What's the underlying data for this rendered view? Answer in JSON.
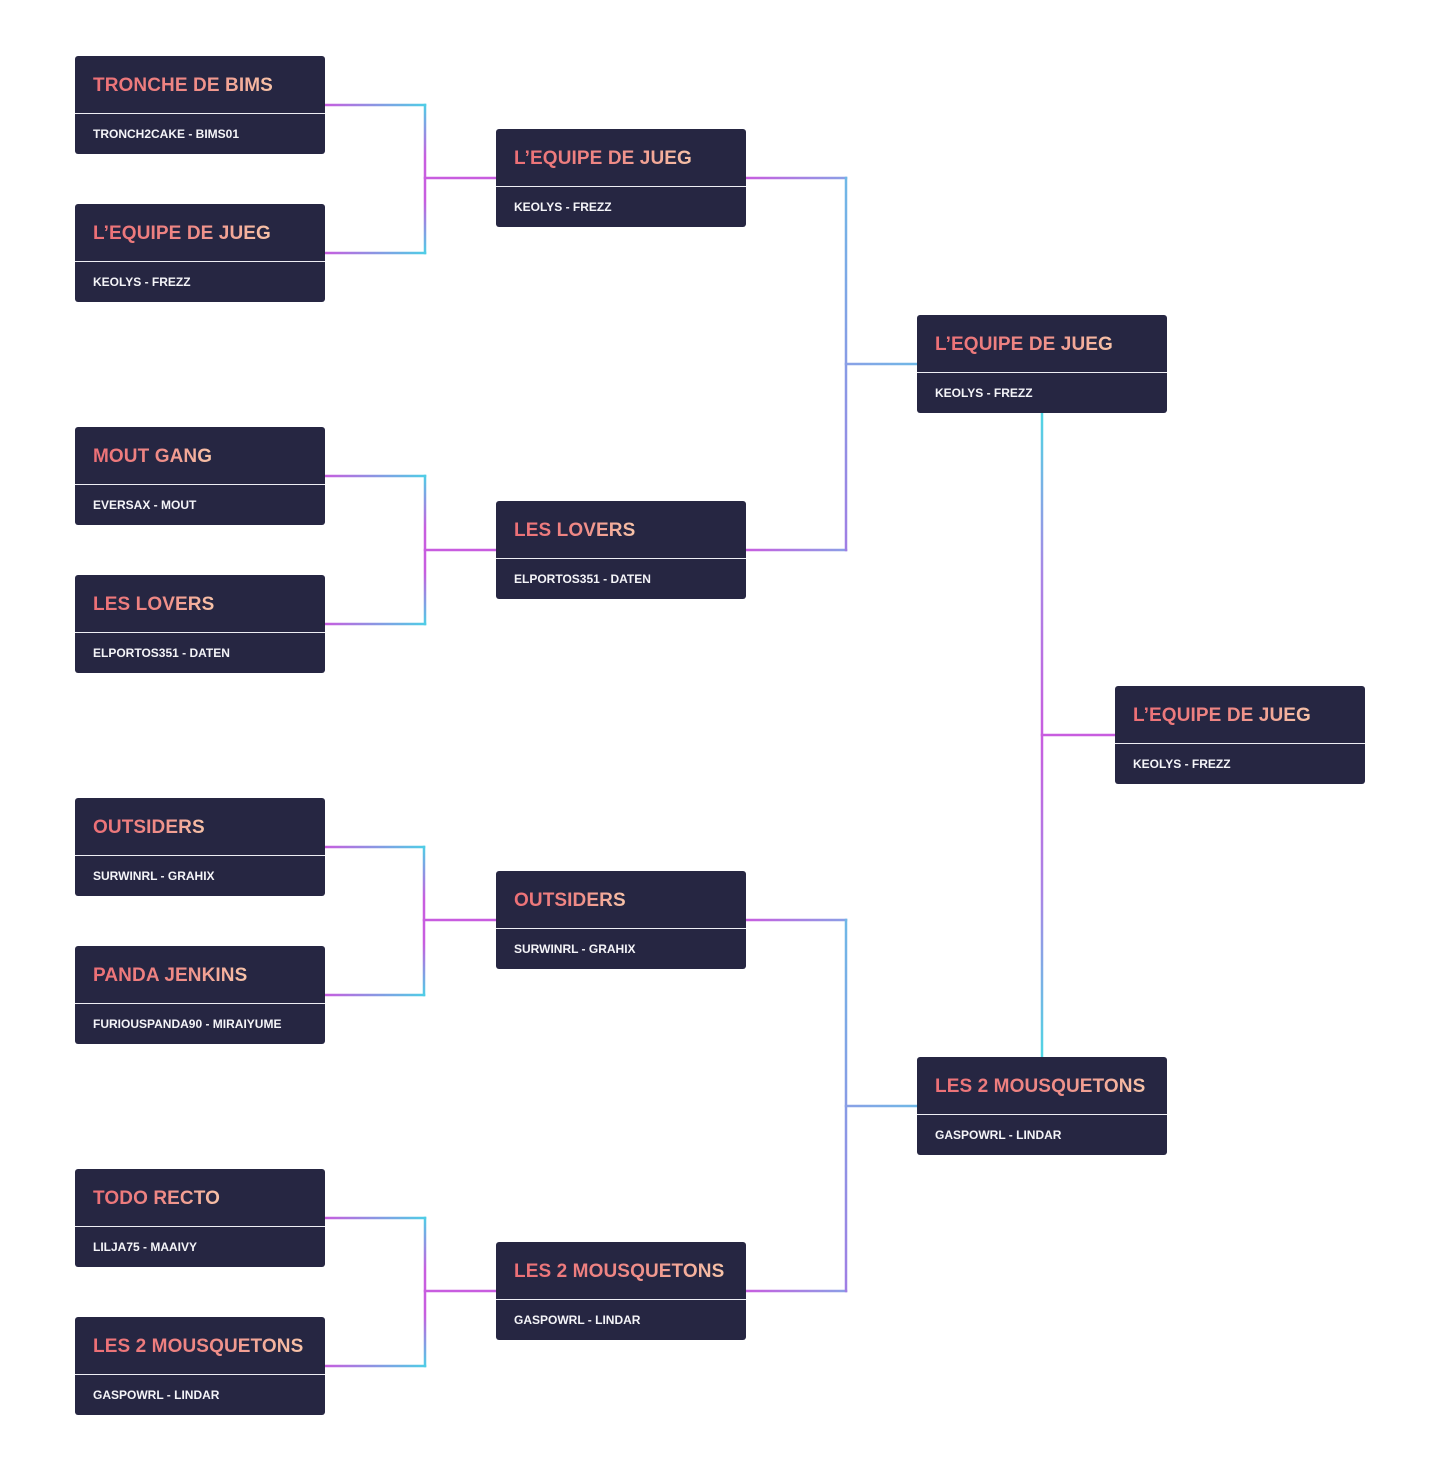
{
  "colors": {
    "background": "#ffffff",
    "card": "#262642",
    "team_name_gradient": [
      "#ec6f76",
      "#f7c3a8"
    ],
    "players_text": "#f4f4f8",
    "divider": "#eeeef4",
    "connector_gradient": [
      "#c85ddf",
      "#48cde6"
    ]
  },
  "rounds": [
    {
      "matches": [
        {
          "team": "TRONCHE DE BIMS",
          "players": "TRONCH2CAKE - BIMS01"
        },
        {
          "team": "L’EQUIPE DE JUEG",
          "players": "KEOLYS - FREZZ"
        },
        {
          "team": "MOUT GANG",
          "players": "EVERSAX - MOUT"
        },
        {
          "team": "LES LOVERS",
          "players": "ELPORTOS351 - DATEN"
        },
        {
          "team": "OUTSIDERS",
          "players": "SURWINRL - GRAHIX"
        },
        {
          "team": "PANDA JENKINS",
          "players": "FURIOUSPANDA90 - MIRAIYUME"
        },
        {
          "team": "TODO RECTO",
          "players": "LILJA75 - MAAIVY"
        },
        {
          "team": "LES 2 MOUSQUETONS",
          "players": "GASPOWRL - LINDAR"
        }
      ]
    },
    {
      "matches": [
        {
          "team": "L’EQUIPE DE JUEG",
          "players": "KEOLYS - FREZZ"
        },
        {
          "team": "LES LOVERS",
          "players": "ELPORTOS351 - DATEN"
        },
        {
          "team": "OUTSIDERS",
          "players": "SURWINRL - GRAHIX"
        },
        {
          "team": "LES 2 MOUSQUETONS",
          "players": "GASPOWRL - LINDAR"
        }
      ]
    },
    {
      "matches": [
        {
          "team": "L’EQUIPE DE JUEG",
          "players": "KEOLYS - FREZZ"
        },
        {
          "team": "LES 2 MOUSQUETONS",
          "players": "GASPOWRL - LINDAR"
        }
      ]
    },
    {
      "matches": [
        {
          "team": "L’EQUIPE DE JUEG",
          "players": "KEOLYS - FREZZ"
        }
      ]
    }
  ]
}
